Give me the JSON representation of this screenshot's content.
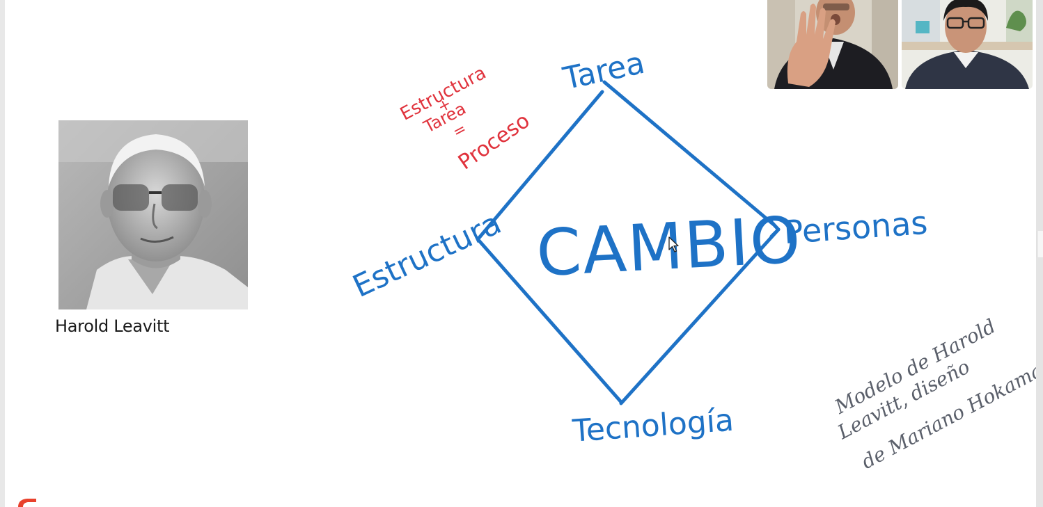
{
  "presentation": {
    "person_caption": "Harold Leavitt"
  },
  "whiteboard": {
    "center_label": "CAMBIO",
    "labels": {
      "top": "Tarea",
      "right": "Personas",
      "bottom": "Tecnología",
      "left": "Estructura"
    },
    "red_note": {
      "line1": "Estructura",
      "line2": "+",
      "line3": "Tarea",
      "line4": "=",
      "line5": "Proceso"
    },
    "gray_note": {
      "line1": "Modelo de Harold",
      "line2": "Leavitt, diseño",
      "line3": "de Mariano Hokama"
    }
  },
  "colors": {
    "marker_blue": "#1e72c6",
    "marker_red": "#e0323c",
    "pencil_gray": "#5a5f6a",
    "logo_accent": "#e8412c"
  },
  "icons": {
    "cursor": "mouse-pointer-icon",
    "logo": "brand-logo-icon"
  }
}
